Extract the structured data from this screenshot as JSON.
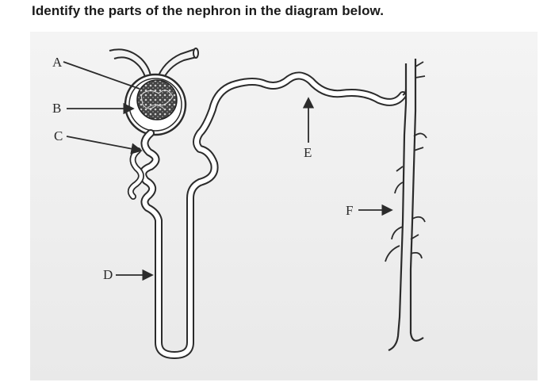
{
  "question": {
    "text": "Identify the parts of the nephron in the diagram below."
  },
  "labels": {
    "a": "A",
    "b": "B",
    "c": "C",
    "d": "D",
    "e": "E",
    "f": "F"
  },
  "colors": {
    "line": "#2b2b2b",
    "tubule_fill": "#ffffff",
    "glomerulus": "#3a3a3a",
    "panel": "#efefef"
  }
}
